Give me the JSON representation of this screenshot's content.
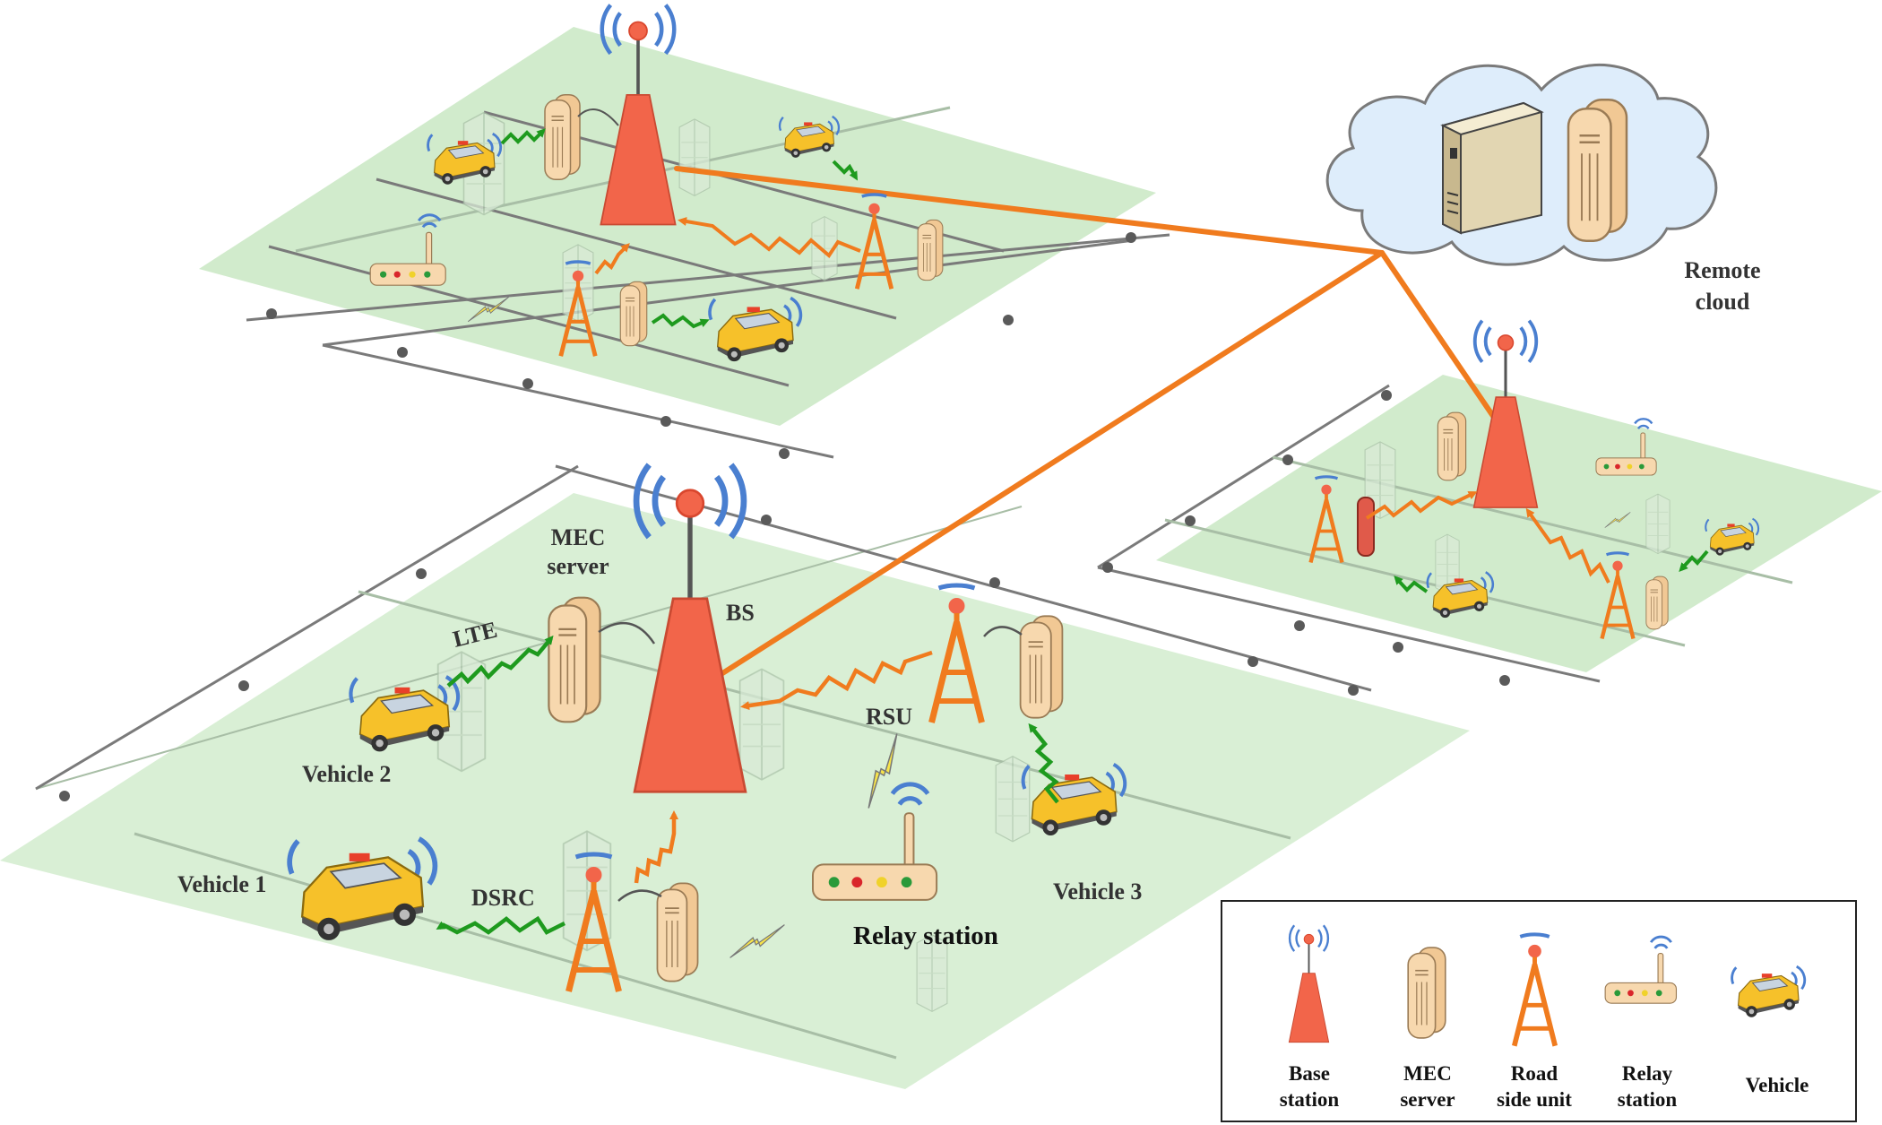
{
  "labels": {
    "mec_server": [
      "MEC",
      "server"
    ],
    "bs": "BS",
    "lte": "LTE",
    "rsu": "RSU",
    "vehicle1": "Vehicle 1",
    "vehicle2": "Vehicle 2",
    "vehicle3": "Vehicle 3",
    "dsrc": "DSRC",
    "relay_station": "Relay station",
    "remote_cloud": [
      "Remote",
      "cloud"
    ]
  },
  "legend": {
    "items": [
      {
        "icon": "base-station-icon",
        "lines": [
          "Base",
          "station"
        ]
      },
      {
        "icon": "mec-server-icon",
        "lines": [
          "MEC",
          "server"
        ]
      },
      {
        "icon": "road-side-unit-icon",
        "lines": [
          "Road",
          "side unit"
        ]
      },
      {
        "icon": "relay-station-icon",
        "lines": [
          "Relay",
          "station"
        ]
      },
      {
        "icon": "vehicle-icon",
        "lines": [
          "Vehicle"
        ]
      }
    ]
  },
  "colors": {
    "plane": "#c9e8c3",
    "road": "#7a7a7a",
    "backhaul": "#f07b1e",
    "link_green": "#1e9a1e",
    "link_orange": "#f07b1e",
    "bs_fill": "#f2654a",
    "wifi": "#4a7fd0",
    "server": "#f5d2a5",
    "car": "#f6c12a",
    "cloud": "#deedfb"
  }
}
